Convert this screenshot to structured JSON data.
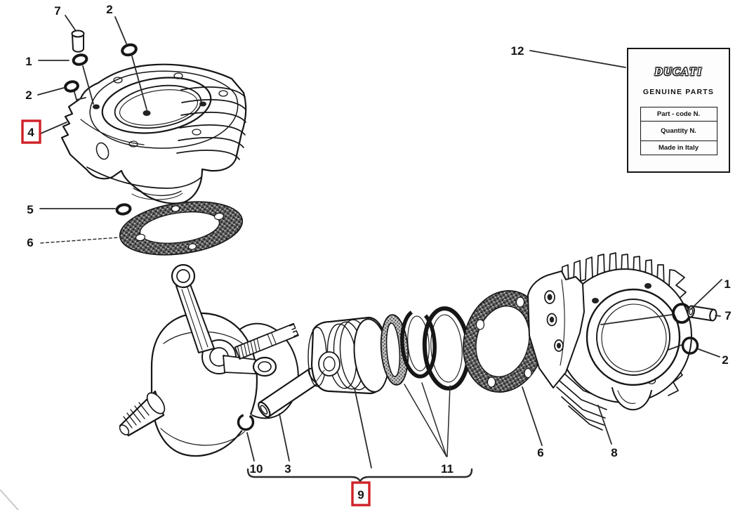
{
  "figure": {
    "type": "exploded-parts-diagram",
    "subject": "Cylinder - piston assembly exploded view"
  },
  "colors": {
    "line": "#161616",
    "highlight_red": "#cf2127",
    "background": "#ffffff",
    "gasket_fill": "#636363"
  },
  "label_box": {
    "brand": "DUCATI",
    "subtitle": "GENUINE PARTS",
    "rows": [
      "Part - code N.",
      "Quantity N.",
      "Made in Italy"
    ]
  },
  "callouts": [
    {
      "label": "7",
      "highlighted": false
    },
    {
      "label": "2",
      "highlighted": false
    },
    {
      "label": "1",
      "highlighted": false
    },
    {
      "label": "2",
      "highlighted": false
    },
    {
      "label": "4",
      "highlighted": true
    },
    {
      "label": "5",
      "highlighted": false
    },
    {
      "label": "6",
      "highlighted": false
    },
    {
      "label": "12",
      "highlighted": false
    },
    {
      "label": "10",
      "highlighted": false
    },
    {
      "label": "3",
      "highlighted": false
    },
    {
      "label": "9",
      "highlighted": true
    },
    {
      "label": "11",
      "highlighted": false
    },
    {
      "label": "6",
      "highlighted": false
    },
    {
      "label": "8",
      "highlighted": false
    },
    {
      "label": "1",
      "highlighted": false
    },
    {
      "label": "7",
      "highlighted": false
    },
    {
      "label": "2",
      "highlighted": false
    }
  ]
}
